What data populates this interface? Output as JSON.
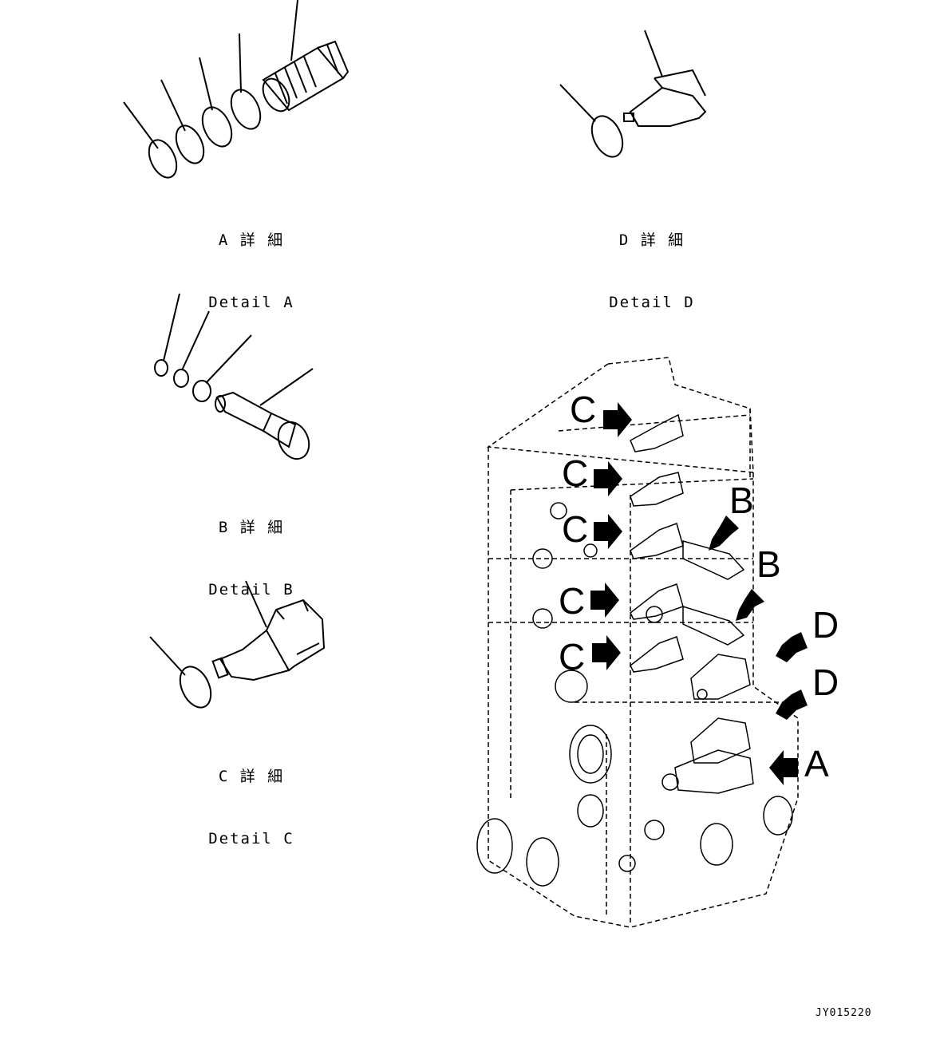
{
  "details": {
    "a": {
      "jp": "A 詳 細",
      "en": "Detail A"
    },
    "b": {
      "jp": "B 詳 細",
      "en": "Detail B"
    },
    "c": {
      "jp": "C 詳 細",
      "en": "Detail C"
    },
    "d": {
      "jp": "D 詳 細",
      "en": "Detail D"
    }
  },
  "callouts": {
    "c1": "C",
    "c2": "C",
    "c3": "C",
    "c4": "C",
    "c5": "C",
    "b1": "B",
    "b2": "B",
    "d1": "D",
    "d2": "D",
    "a1": "A"
  },
  "drawing_code": "JY015220",
  "colors": {
    "line": "#000000",
    "background": "#ffffff"
  }
}
